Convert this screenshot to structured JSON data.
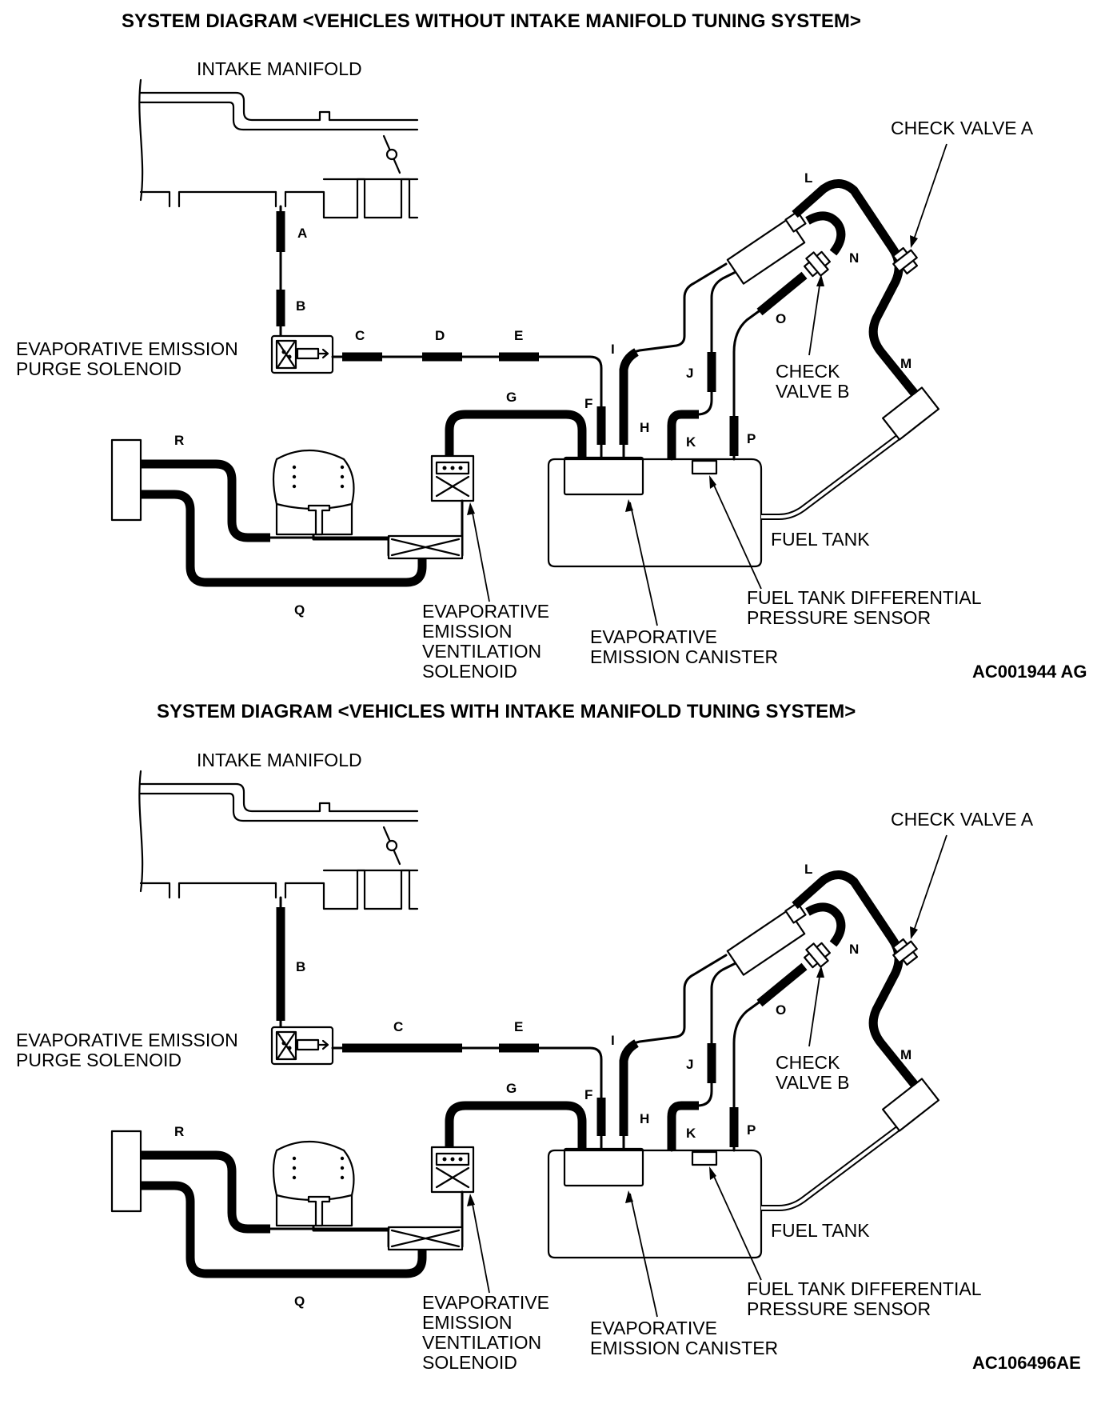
{
  "diagrams": [
    {
      "title": "SYSTEM DIAGRAM <VEHICLES WITHOUT INTAKE MANIFOLD TUNING SYSTEM>",
      "labels": {
        "intake_manifold": "INTAKE MANIFOLD",
        "purge_solenoid": [
          "EVAPORATIVE EMISSION",
          "PURGE SOLENOID"
        ],
        "ventilation_solenoid": [
          "EVAPORATIVE",
          "EMISSION",
          "VENTILATION",
          "SOLENOID"
        ],
        "canister": [
          "EVAPORATIVE",
          "EMISSION CANISTER"
        ],
        "fuel_tank": "FUEL TANK",
        "pressure_sensor": [
          "FUEL TANK DIFFERENTIAL",
          "PRESSURE SENSOR"
        ],
        "check_valve_a": "CHECK VALVE A",
        "check_valve_b": [
          "CHECK",
          "VALVE B"
        ]
      },
      "hoses": [
        "A",
        "B",
        "C",
        "D",
        "E",
        "F",
        "G",
        "H",
        "I",
        "J",
        "K",
        "L",
        "M",
        "N",
        "O",
        "P",
        "Q",
        "R"
      ],
      "code": "AC001944 AG"
    },
    {
      "title": "SYSTEM DIAGRAM <VEHICLES WITH INTAKE MANIFOLD TUNING SYSTEM>",
      "labels": {
        "intake_manifold": "INTAKE MANIFOLD",
        "purge_solenoid": [
          "EVAPORATIVE EMISSION",
          "PURGE SOLENOID"
        ],
        "ventilation_solenoid": [
          "EVAPORATIVE",
          "EMISSION",
          "VENTILATION",
          "SOLENOID"
        ],
        "canister": [
          "EVAPORATIVE",
          "EMISSION CANISTER"
        ],
        "fuel_tank": "FUEL TANK",
        "pressure_sensor": [
          "FUEL TANK DIFFERENTIAL",
          "PRESSURE SENSOR"
        ],
        "check_valve_a": "CHECK VALVE A",
        "check_valve_b": [
          "CHECK",
          "VALVE B"
        ]
      },
      "hoses": [
        "B",
        "C",
        "E",
        "F",
        "G",
        "H",
        "I",
        "J",
        "K",
        "L",
        "M",
        "N",
        "O",
        "P",
        "Q",
        "R"
      ],
      "code": "AC106496AE"
    }
  ]
}
